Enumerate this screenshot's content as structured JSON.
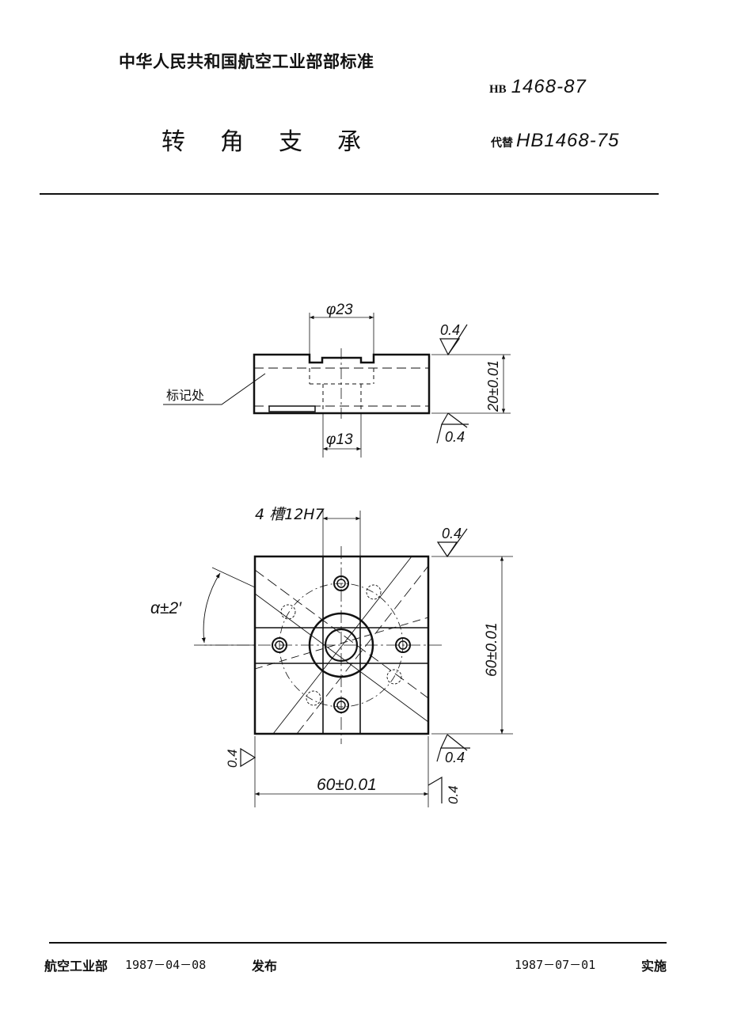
{
  "header": {
    "organization": "中华人民共和国航空工业部部标准",
    "standard_prefix": "HB",
    "standard_number": "1468-87",
    "title": "转角支承",
    "replaces_prefix": "代替",
    "replaces_number": "HB1468-75"
  },
  "drawing": {
    "side_view": {
      "dim_top_dia": "φ23",
      "dim_bottom_dia": "φ13",
      "dim_height": "20±0.01",
      "roughness_top": "0.4",
      "roughness_bottom": "0.4",
      "marking_label": "标记处"
    },
    "plan_view": {
      "slot_label": "4 槽12H7",
      "angle_label": "α±2′",
      "dim_width": "60±0.01",
      "dim_height": "60±0.01",
      "roughness_top": "0.4",
      "roughness_bottom": "0.4",
      "roughness_left": "0.4",
      "roughness_right": "0.4"
    }
  },
  "footer": {
    "issuer": "航空工业部",
    "issue_date": "1987－04－08",
    "issue_label": "发布",
    "effective_date": "1987－07－01",
    "effective_label": "实施"
  }
}
